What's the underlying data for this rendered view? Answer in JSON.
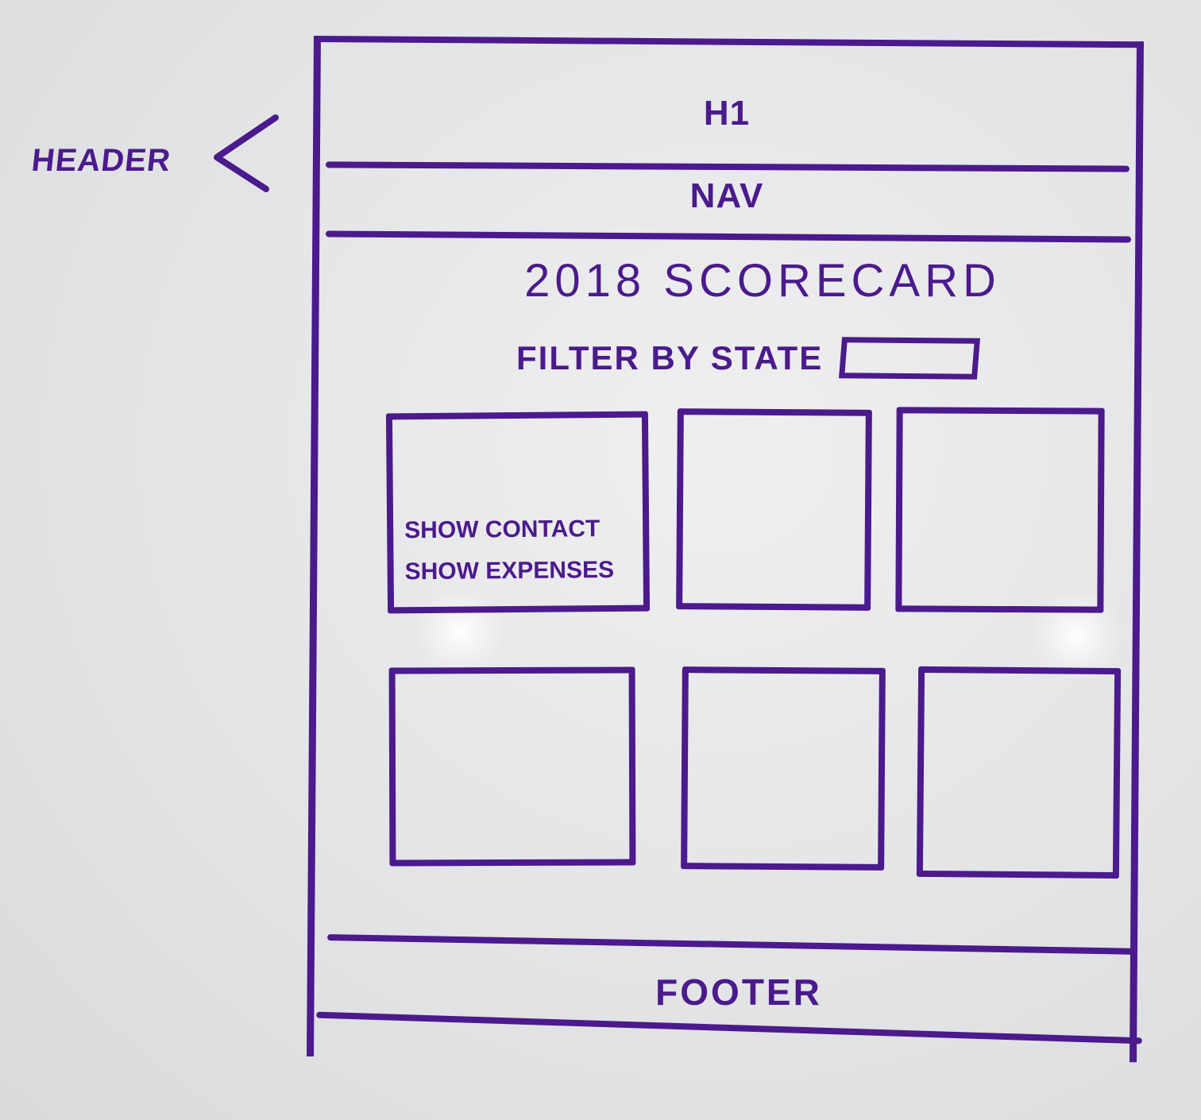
{
  "annotation": {
    "label": "HEADER"
  },
  "wireframe": {
    "h1_label": "H1",
    "nav_label": "NAV",
    "title": "2018 SCORECARD",
    "filter": {
      "label": "FILTER BY STATE",
      "value": ""
    },
    "cards": [
      {
        "links": [
          "SHOW CONTACT",
          "SHOW EXPENSES"
        ]
      },
      {},
      {},
      {},
      {},
      {}
    ],
    "footer_label": "FOOTER"
  },
  "colors": {
    "marker": "#4b1a8c",
    "board": "#e3e4e6"
  }
}
